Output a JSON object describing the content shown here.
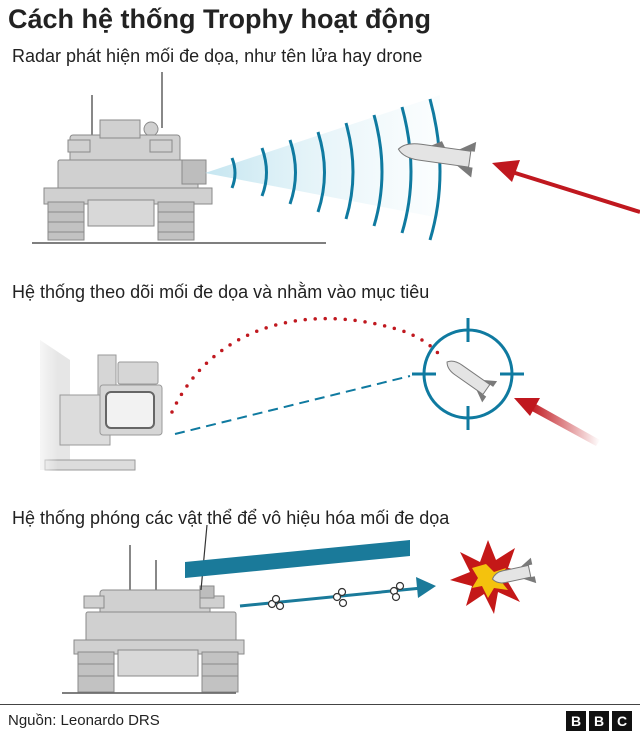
{
  "title": "Cách hệ thống Trophy hoạt động",
  "steps": [
    {
      "label": "Radar phát hiện mối đe dọa, như tên lửa hay drone"
    },
    {
      "label": "Hệ thống theo dõi mối đe dọa và nhằm vào mục tiêu"
    },
    {
      "label": "Hệ thống phóng các vật thể để vô hiệu hóa mối đe dọa"
    }
  ],
  "footer": {
    "source": "Nguồn: Leonardo DRS",
    "logo_letters": [
      "B",
      "B",
      "C"
    ]
  },
  "colors": {
    "radar": "#0f7aa0",
    "threat_arrow": "#c0181f",
    "tank": "#cfcfcf",
    "tank_outline": "#8a8a8a",
    "projectile": "#1a7a9a",
    "explosion": "#c41818"
  }
}
